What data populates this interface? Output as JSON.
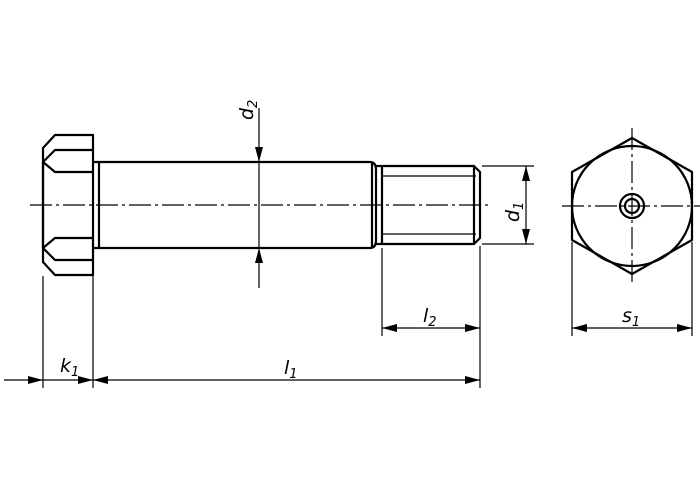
{
  "labels": {
    "d2": {
      "base": "d",
      "sub": "2"
    },
    "d1": {
      "base": "d",
      "sub": "1"
    },
    "l2": {
      "base": "l",
      "sub": "2"
    },
    "l1": {
      "base": "l",
      "sub": "1"
    },
    "k1": {
      "base": "k",
      "sub": "1"
    },
    "s1": {
      "base": "s",
      "sub": "1"
    }
  }
}
